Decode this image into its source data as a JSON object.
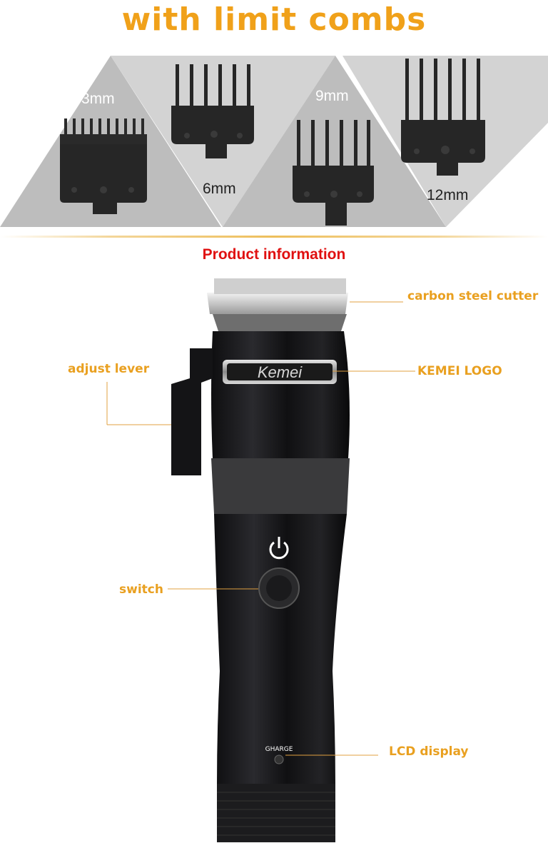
{
  "header": {
    "title": "with limit combs"
  },
  "combs": [
    {
      "label": "3mm"
    },
    {
      "label": "6mm"
    },
    {
      "label": "9mm"
    },
    {
      "label": "12mm"
    }
  ],
  "product": {
    "section_title": "Product information",
    "logo_text": "Kemei",
    "charge_text": "GHARGE",
    "callouts": {
      "cutter": "carbon steel cutter",
      "lever": "adjust lever",
      "logo": "KEMEI LOGO",
      "switch": "switch",
      "lcd": "LCD display"
    }
  },
  "colors": {
    "accent": "#f0a11a",
    "section_title": "#e01010",
    "triangle": "#c4c4c4"
  }
}
